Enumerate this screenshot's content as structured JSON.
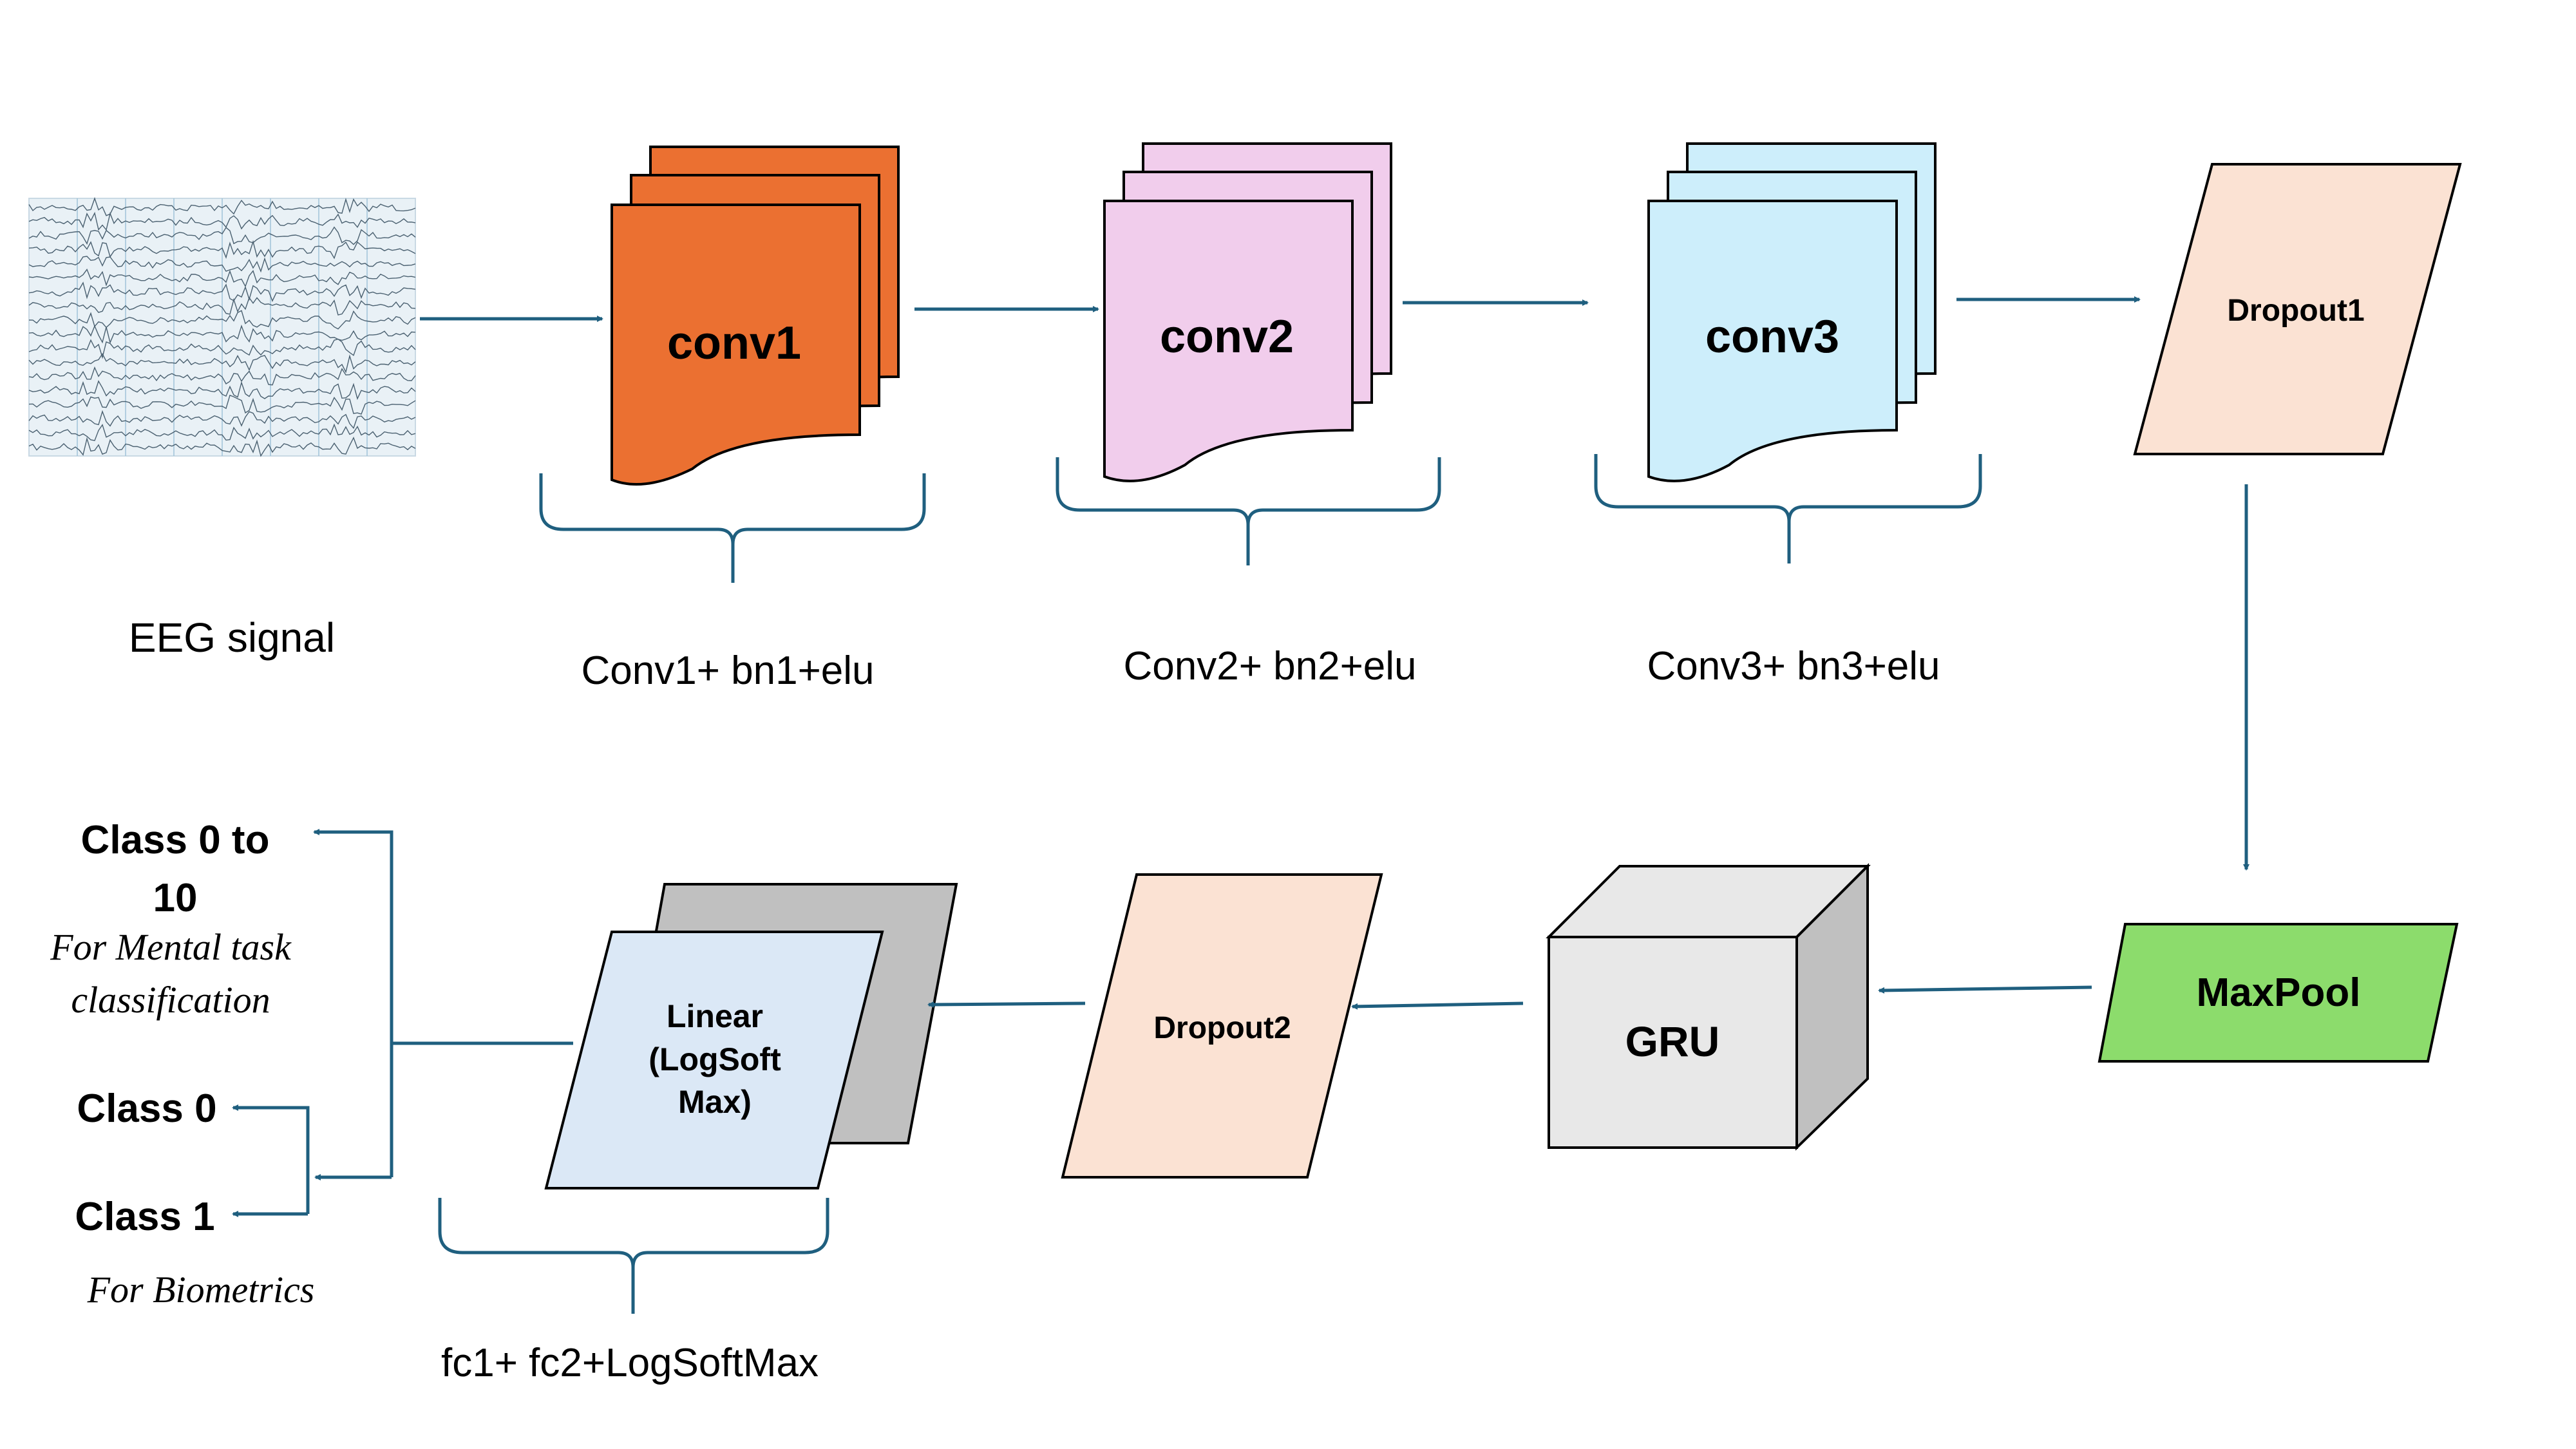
{
  "input": {
    "label": "EEG signal"
  },
  "conv_blocks": [
    {
      "title": "conv1",
      "caption": "Conv1+ bn1+elu"
    },
    {
      "title": "conv2",
      "caption": "Conv2+ bn2+elu"
    },
    {
      "title": "conv3",
      "caption": "Conv3+ bn3+elu"
    }
  ],
  "dropout1": {
    "label": "Dropout1"
  },
  "maxpool": {
    "label": "MaxPool"
  },
  "gru": {
    "label": "GRU"
  },
  "dropout2": {
    "label": "Dropout2"
  },
  "linear": {
    "label_lines": [
      "Linear",
      "(LogSoft",
      "Max)"
    ],
    "caption": "fc1+ fc2+LogSoftMax"
  },
  "outputs": {
    "mental": {
      "class_lines": [
        "Class 0 to",
        "10"
      ],
      "note_lines": [
        "For Mental task",
        "classification"
      ]
    },
    "biometric": {
      "class0": "Class 0",
      "class1": "Class 1",
      "note": "For Biometrics"
    }
  },
  "colors": {
    "arrow": "#1f5f7f",
    "conv1_fill": "#eb7031",
    "conv2_fill": "#f1cdec",
    "conv3_fill": "#cdeefb",
    "dropout_fill": "#fbe2d3",
    "maxpool_fill": "#8cdc6c",
    "gru_front": "#e8e8e8",
    "gru_side": "#c0c0c0",
    "linear_front": "#dbe8f6",
    "linear_back": "#c0c0c0",
    "eeg_bg": "#e9f1f6",
    "eeg_trace": "#4a6070"
  }
}
